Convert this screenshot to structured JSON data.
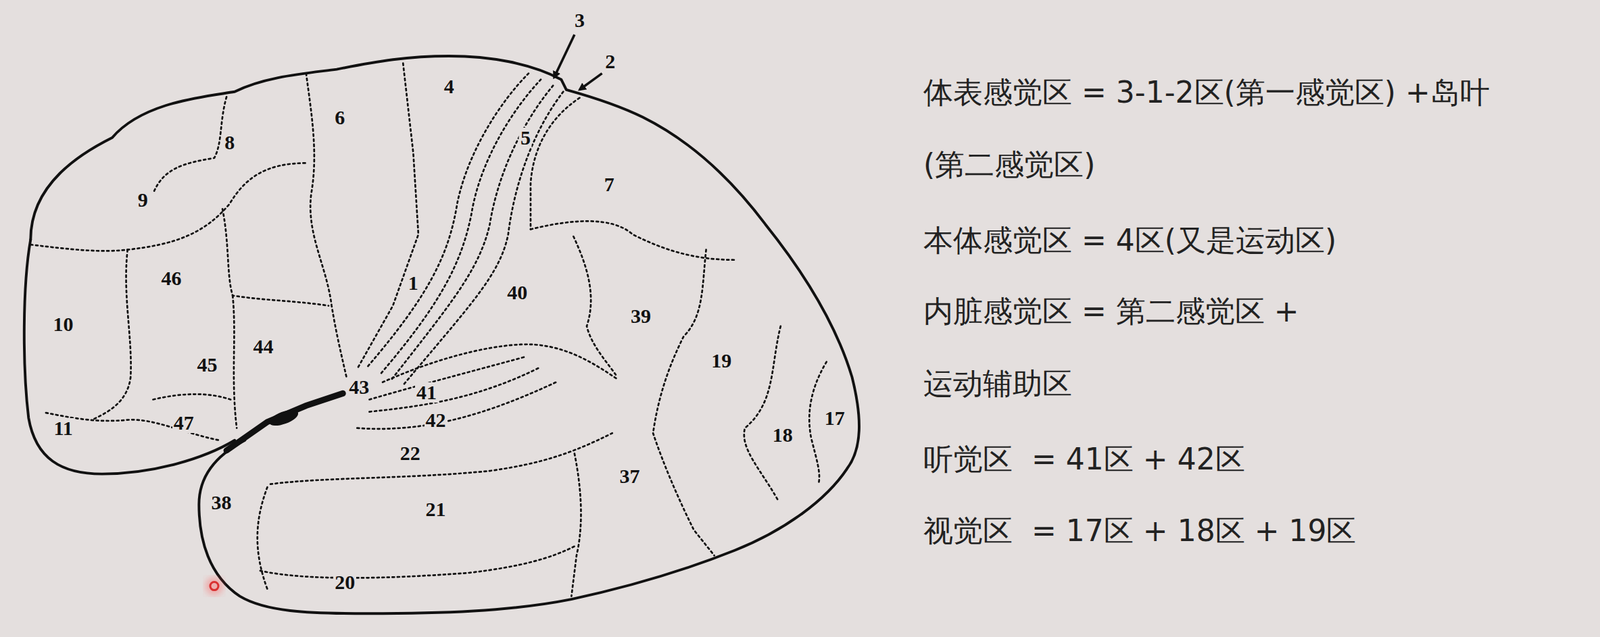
{
  "diagram": {
    "labels": [
      "3",
      "2",
      "4",
      "6",
      "8",
      "5",
      "7",
      "9",
      "46",
      "10",
      "40",
      "1",
      "39",
      "19",
      "45",
      "44",
      "43",
      "41",
      "42",
      "18",
      "11",
      "47",
      "17",
      "22",
      "37",
      "38",
      "21",
      "20",
      "体表感觉区 = 3-1-2区(第一感觉区) +岛叶(第二感觉区)",
      "本体感觉区 = 4区(又是运动区)",
      "内脏感觉区 = 第二感觉区 + 运动辅助区",
      "听觉区  = 41区 + 42区",
      "视觉区  = 17区 + 18区 + 19区"
    ]
  }
}
